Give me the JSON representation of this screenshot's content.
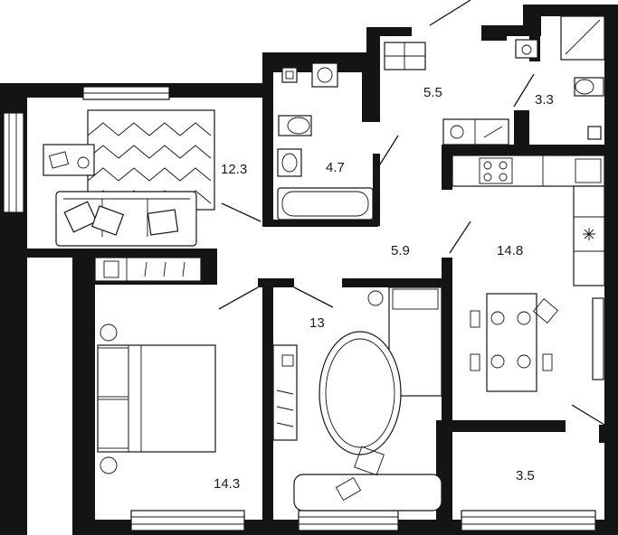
{
  "rooms": {
    "living_room": {
      "area": "12.3"
    },
    "bathroom": {
      "area": "4.7"
    },
    "hallway_upper": {
      "area": "5.5"
    },
    "shower_room": {
      "area": "3.3"
    },
    "corridor": {
      "area": "5.9"
    },
    "kitchen_dining": {
      "area": "14.8"
    },
    "children_room": {
      "area": "13"
    },
    "bedroom": {
      "area": "14.3"
    },
    "balcony": {
      "area": "3.5"
    }
  },
  "colors": {
    "wall": "#141414",
    "background": "#ffffff"
  }
}
